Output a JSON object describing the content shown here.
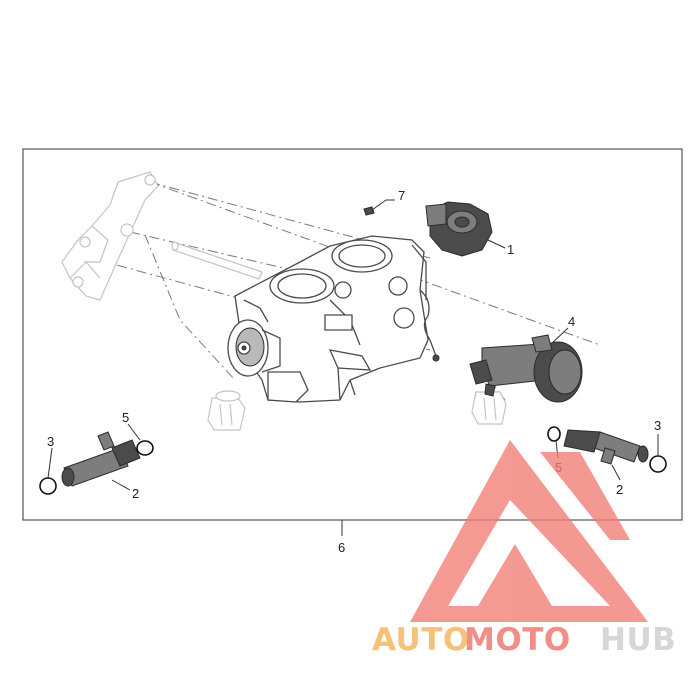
{
  "callouts": {
    "p1": "1",
    "p2_left": "2",
    "p2_right": "2",
    "p3_left": "3",
    "p3_right": "3",
    "p4": "4",
    "p5_left": "5",
    "p5_right": "5",
    "p6": "6",
    "p7": "7"
  },
  "watermark": {
    "part1": "AUTO",
    "part2": "MOTO",
    "part3": "HUB",
    "colors": {
      "part1": "#f6c27a",
      "part2": "#f28e85",
      "part3": "#d7d7d7",
      "triangle": "#f27d74"
    }
  }
}
